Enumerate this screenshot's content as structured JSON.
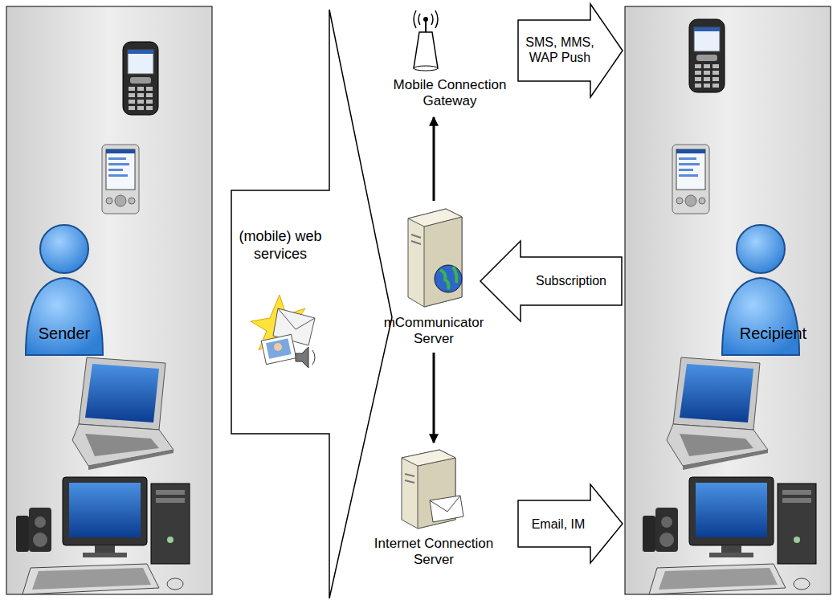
{
  "diagram": {
    "nodes": [
      {
        "text": [
          "Sender"
        ]
      },
      {
        "text": [
          "(mobile) web services"
        ]
      },
      {
        "text": [
          "Mobile Connection Gateway"
        ]
      },
      {
        "text": [
          "mCommunicator Server"
        ]
      },
      {
        "text": [
          "Internet Connection Server"
        ]
      },
      {
        "text": [
          "SMS, MMS, WAP Push"
        ]
      },
      {
        "text": [
          "Subscription"
        ]
      },
      {
        "text": [
          "Email, IM"
        ]
      },
      {
        "text": [
          "Recipient"
        ]
      }
    ],
    "edges": [
      {
        "from": 3,
        "to": 2,
        "arrow": "to"
      },
      {
        "from": 3,
        "to": 4,
        "arrow": "to"
      }
    ]
  }
}
